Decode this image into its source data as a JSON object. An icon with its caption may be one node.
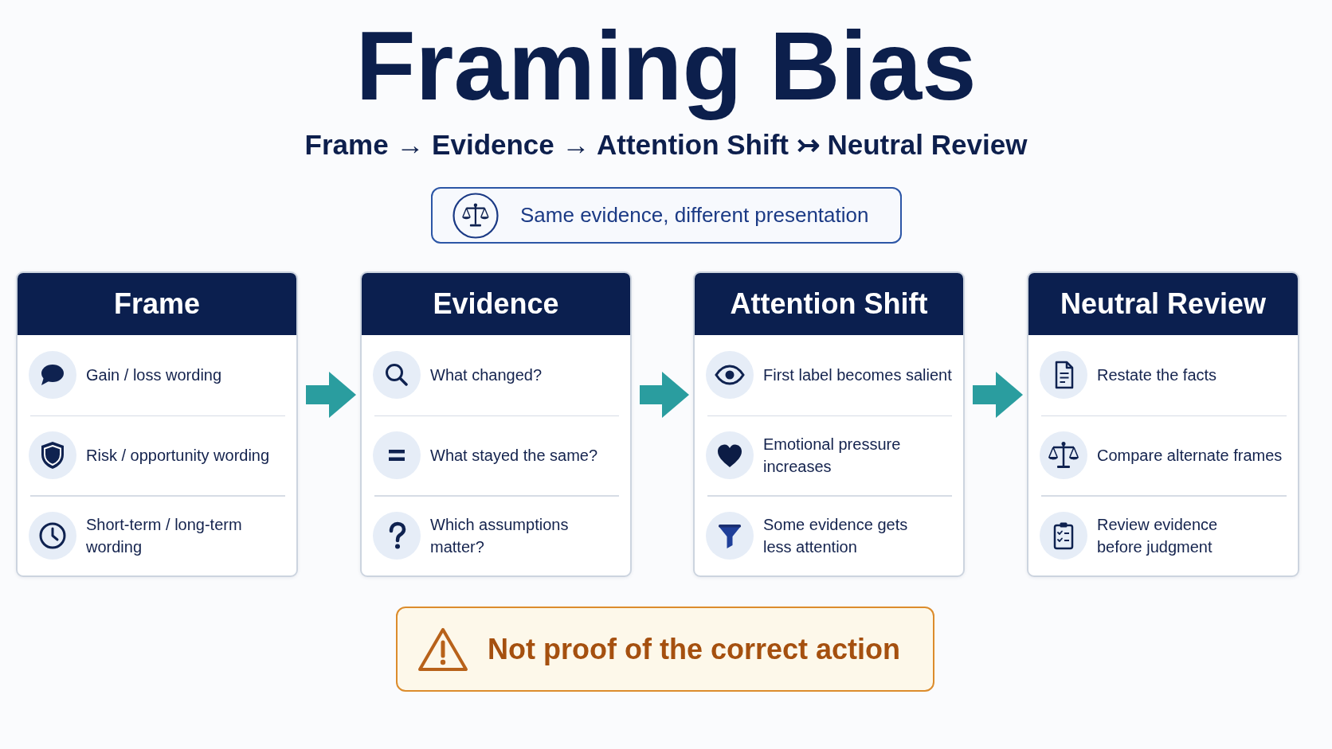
{
  "diagram": {
    "title": "Framing Bias",
    "nodes": [
      {
        "text": [
          "Same evidence, different presentation"
        ]
      },
      {
        "text": [
          "Frame",
          "Gain / loss wording",
          "Risk / opportunity wording",
          "Short-term / long-term wording"
        ]
      },
      {
        "text": [
          "Evidence",
          "What changed?",
          "What stayed the same?",
          "Which assumptions matter?"
        ]
      },
      {
        "text": [
          "Attention Shift",
          "First label becomes salient",
          "Emotional pressure increases",
          "Some evidence gets less attention"
        ]
      },
      {
        "text": [
          "Neutral Review",
          "Restate the facts",
          "Compare alternate frames",
          "Review evidence before judgment"
        ]
      },
      {
        "text": [
          "Not proof of the correct action"
        ]
      }
    ],
    "edges": [
      {
        "from": 1,
        "to": 2,
        "arrow": "to"
      },
      {
        "from": 2,
        "to": 3,
        "arrow": "to"
      },
      {
        "from": 3,
        "to": 4,
        "arrow": "to"
      }
    ],
    "labels": [
      "Frame → Evidence → Attention Shift ↣ Neutral Review"
    ]
  }
}
